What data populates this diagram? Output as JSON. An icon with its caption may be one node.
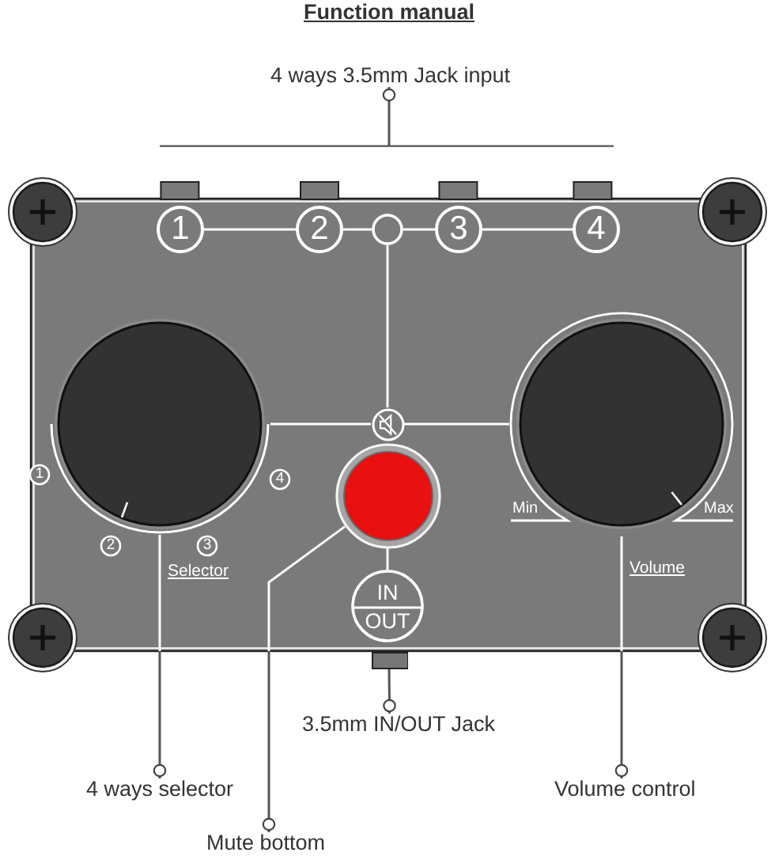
{
  "diagram": {
    "title": "Function manual",
    "nodes": [
      {
        "text": [
          "4 ways 3.5mm Jack input"
        ]
      },
      {
        "text": [
          "1"
        ]
      },
      {
        "text": [
          "2"
        ]
      },
      {
        "text": [],
        "shape": "circle"
      },
      {
        "text": [
          "3"
        ]
      },
      {
        "text": [
          "4"
        ]
      },
      {
        "text": [],
        "shape": "circle"
      },
      {
        "text": [],
        "shape": "circle"
      },
      {
        "text": [],
        "shape": "circle",
        "beside": [
          "Min",
          "Max",
          "Volume"
        ]
      },
      {
        "text": [
          "1"
        ]
      },
      {
        "text": [
          "4"
        ]
      },
      {
        "text": [],
        "shape": "circle"
      },
      {
        "text": [
          "2"
        ]
      },
      {
        "text": [
          "3"
        ]
      },
      {
        "text": [
          "IN",
          "OUT"
        ]
      },
      {
        "text": [],
        "shape": "box"
      },
      {
        "text": [
          "3.5mm IN/OUT Jack"
        ]
      },
      {
        "text": [
          "4 ways selector"
        ]
      },
      {
        "text": [
          "Volume control"
        ]
      },
      {
        "text": [
          "Mute bottom"
        ]
      }
    ],
    "edges": [
      {
        "from": 0,
        "to": null,
        "arrow": "other"
      },
      {
        "from": 1,
        "to": 2,
        "arrow": "none"
      },
      {
        "from": 2,
        "to": 3,
        "arrow": "none"
      },
      {
        "from": 3,
        "to": 4,
        "arrow": "none"
      },
      {
        "from": 4,
        "to": 5,
        "arrow": "none"
      },
      {
        "from": 3,
        "to": 7,
        "arrow": "none"
      },
      {
        "from": 7,
        "to": 6,
        "arrow": "none"
      },
      {
        "from": 7,
        "to": 8,
        "arrow": "none"
      },
      {
        "from": 11,
        "to": 14,
        "arrow": "none"
      },
      {
        "from": 16,
        "to": 15,
        "arrow": "other"
      },
      {
        "from": 17,
        "to": 6,
        "arrow": "other"
      },
      {
        "from": 18,
        "to": 8,
        "arrow": "other"
      },
      {
        "from": 19,
        "to": 11,
        "arrow": "other"
      }
    ],
    "labels": [
      "Selector"
    ]
  }
}
